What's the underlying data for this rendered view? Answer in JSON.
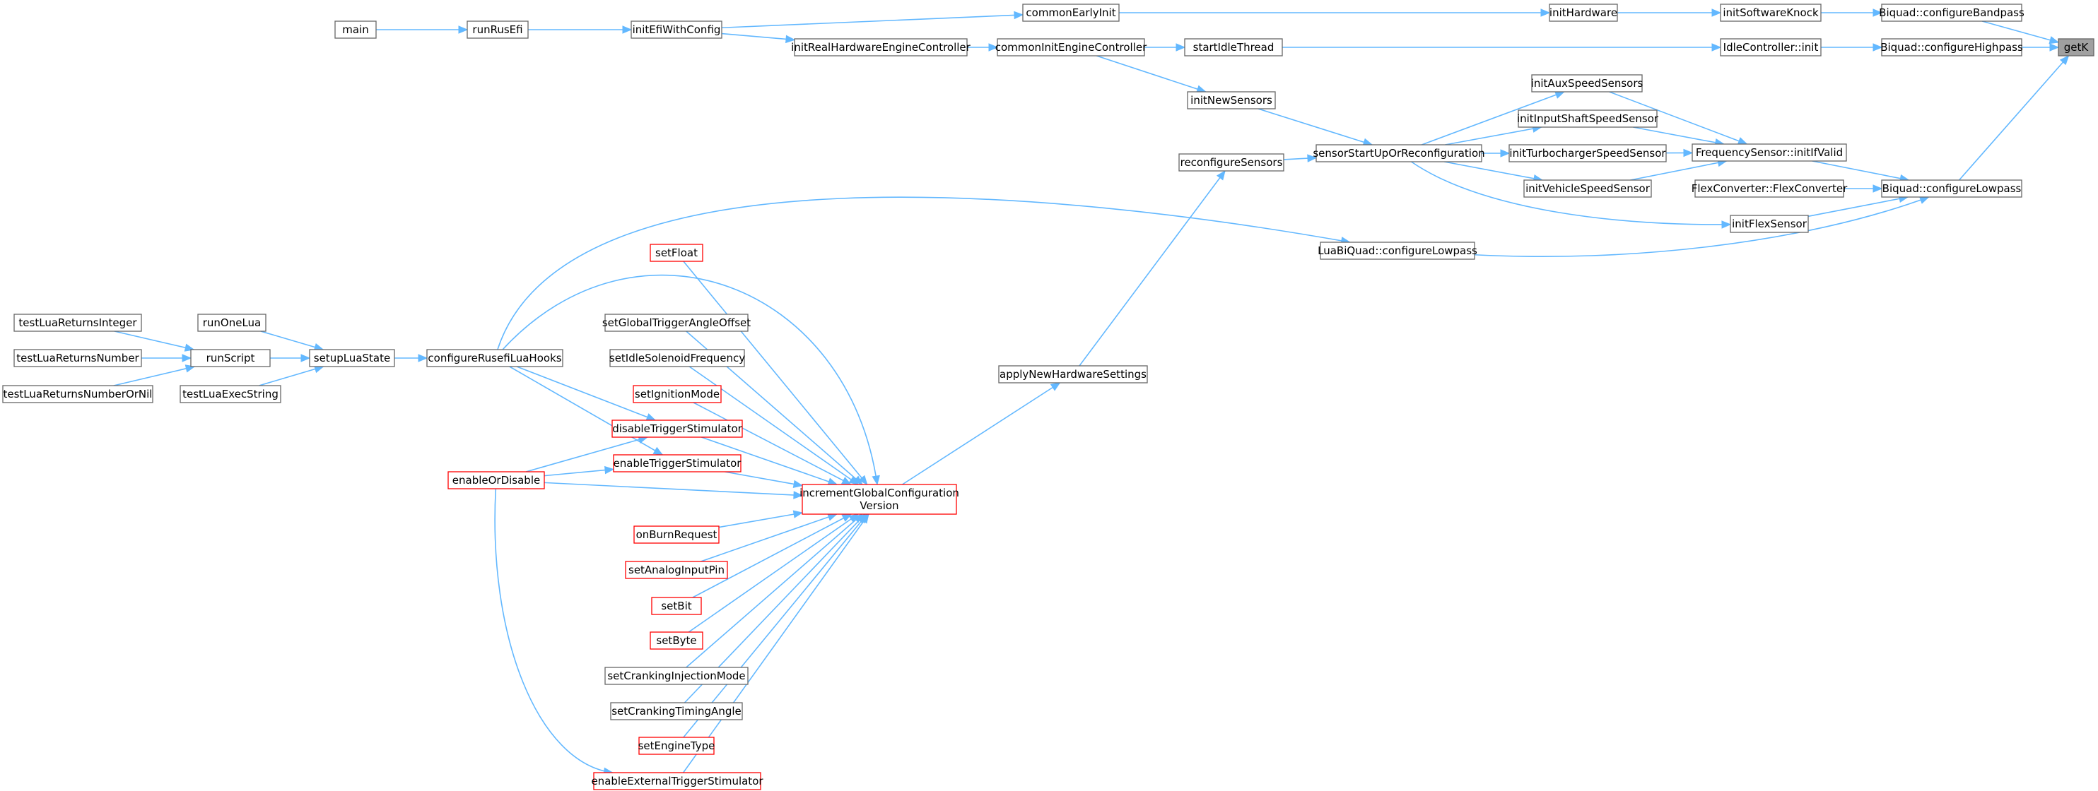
{
  "colors": {
    "edge": "#63b8ff",
    "node_border": "#666666",
    "truncated_border": "#ff0000",
    "root_fill": "#a0a0a0",
    "node_fill": "#ffffff"
  },
  "nodes": {
    "getK": {
      "label": "getK",
      "style": "root"
    },
    "bq_bandpass": {
      "label": "Biquad::configureBandpass"
    },
    "bq_highpass": {
      "label": "Biquad::configureHighpass"
    },
    "bq_lowpass": {
      "label": "Biquad::configureLowpass"
    },
    "init_software_knock": {
      "label": "initSoftwareKnock"
    },
    "idle_init": {
      "label": "IdleController::init"
    },
    "freq_sensor": {
      "label": "FrequencySensor::initIfValid"
    },
    "flex_converter": {
      "label": "FlexConverter::FlexConverter"
    },
    "init_flex": {
      "label": "initFlexSensor"
    },
    "init_hardware": {
      "label": "initHardware"
    },
    "aux_speed": {
      "label": "initAuxSpeedSensors"
    },
    "input_shaft": {
      "label": "initInputShaftSpeedSensor"
    },
    "turbo_speed": {
      "label": "initTurbochargerSpeedSensor"
    },
    "vehicle_speed": {
      "label": "initVehicleSpeedSensor"
    },
    "lua_biquad": {
      "label": "LuaBiQuad::configureLowpass"
    },
    "sensor_startup": {
      "label": "sensorStartUpOrReconfiguration"
    },
    "common_early": {
      "label": "commonEarlyInit"
    },
    "start_idle": {
      "label": "startIdleThread"
    },
    "common_init_engine": {
      "label": "commonInitEngineController"
    },
    "init_new_sensors": {
      "label": "initNewSensors"
    },
    "reconfigure_sensors": {
      "label": "reconfigureSensors"
    },
    "init_efi": {
      "label": "initEfiWithConfig"
    },
    "init_real_hw": {
      "label": "initRealHardwareEngineController"
    },
    "apply_new_hw": {
      "label": "applyNewHardwareSettings"
    },
    "run_rusefi": {
      "label": "runRusEfi"
    },
    "main": {
      "label": "main"
    },
    "increment_cfg": {
      "label": "incrementGlobalConfiguration",
      "label2": "Version",
      "style": "truncated"
    },
    "set_float": {
      "label": "setFloat",
      "style": "truncated"
    },
    "set_trigger_offset": {
      "label": "setGlobalTriggerAngleOffset"
    },
    "set_idle_freq": {
      "label": "setIdleSolenoidFrequency"
    },
    "set_ignition": {
      "label": "setIgnitionMode",
      "style": "truncated"
    },
    "disable_trigger": {
      "label": "disableTriggerStimulator",
      "style": "truncated"
    },
    "enable_trigger": {
      "label": "enableTriggerStimulator",
      "style": "truncated"
    },
    "on_burn": {
      "label": "onBurnRequest",
      "style": "truncated"
    },
    "set_analog": {
      "label": "setAnalogInputPin",
      "style": "truncated"
    },
    "set_bit": {
      "label": "setBit",
      "style": "truncated"
    },
    "set_byte": {
      "label": "setByte",
      "style": "truncated"
    },
    "set_cranking_inj": {
      "label": "setCrankingInjectionMode"
    },
    "set_cranking_timing": {
      "label": "setCrankingTimingAngle"
    },
    "set_engine_type": {
      "label": "setEngineType",
      "style": "truncated"
    },
    "enable_ext_trigger": {
      "label": "enableExternalTriggerStimulator",
      "style": "truncated"
    },
    "enable_or_disable": {
      "label": "enableOrDisable",
      "style": "truncated"
    },
    "configure_lua_hooks": {
      "label": "configureRusefiLuaHooks"
    },
    "setup_lua": {
      "label": "setupLuaState"
    },
    "run_one_lua": {
      "label": "runOneLua"
    },
    "run_script": {
      "label": "runScript"
    },
    "lua_exec_string": {
      "label": "testLuaExecString"
    },
    "lua_ret_int": {
      "label": "testLuaReturnsInteger"
    },
    "lua_ret_num": {
      "label": "testLuaReturnsNumber"
    },
    "lua_ret_nil": {
      "label": "testLuaReturnsNumberOrNil"
    }
  }
}
